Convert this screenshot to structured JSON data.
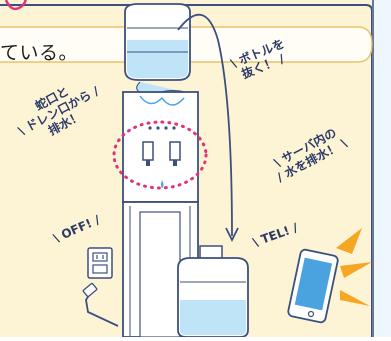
{
  "caption": {
    "text": "ている。"
  },
  "callouts": {
    "bottle": {
      "line1": "ボトルを",
      "line2": "抜く！"
    },
    "drain": {
      "line1": "蛇口と",
      "line2": "ドレン口から",
      "line3": "排水！"
    },
    "server": {
      "line1": "サーバ内の",
      "line2": "水を排水！"
    },
    "off": {
      "line1": "OFF!"
    },
    "tel": {
      "line1": "TEL!"
    }
  },
  "colors": {
    "frame_border": "#3c4f7e",
    "panel_bg": "#fdf4d6",
    "right_panel_bg": "#eef7fd",
    "accent_blue": "#4aa3df",
    "light_blue": "#bfe3f7",
    "pink_dots": "#e0337a",
    "orange": "#f5a623",
    "ink": "#2b3a67"
  },
  "icons": [
    "water-server-icon",
    "water-bottle-icon",
    "smartphone-icon",
    "power-outlet-icon",
    "heart-icon"
  ]
}
